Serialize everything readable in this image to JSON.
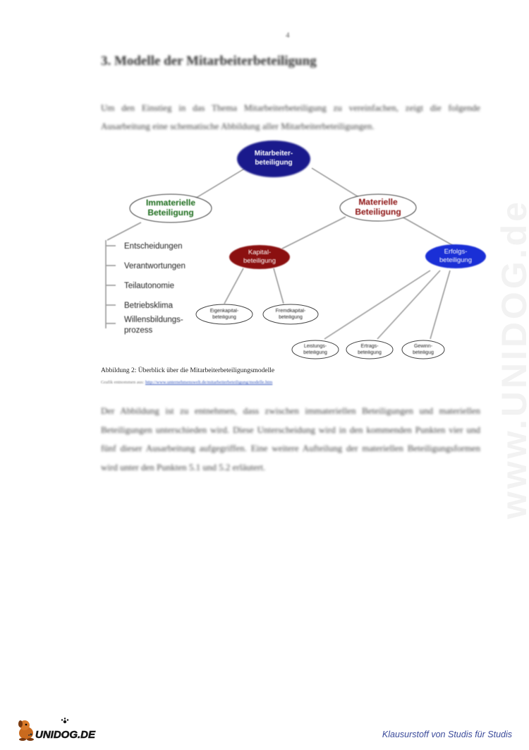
{
  "page": {
    "number": "4"
  },
  "section": {
    "heading": "3.  Modelle der Mitarbeiterbeteiligung"
  },
  "intro_paragraph": "Um den Einstieg in das Thema Mitarbeiterbeteiligung zu vereinfachen, zeigt die folgende Ausarbeitung eine schematische Abbildung aller Mitarbeiterbeteiligungen.",
  "diagram": {
    "root": [
      "Mitarbeiter-",
      "beteiligung"
    ],
    "immaterial": [
      "Immaterielle",
      "Beteiligung"
    ],
    "material": [
      "Materielle",
      "Beteiligung"
    ],
    "capital": [
      "Kapital-",
      "beteiligung"
    ],
    "success": [
      "Erfolgs-",
      "beteiligung"
    ],
    "equity": [
      "Eigenkapital-",
      "beteiligung"
    ],
    "debt": [
      "Fremdkapital-",
      "beteiligung"
    ],
    "performance": [
      "Leistungs-",
      "beteiligung"
    ],
    "revenue": [
      "Ertrags-",
      "beteiligung"
    ],
    "profit": [
      "Gewinn-",
      "beteiligug"
    ],
    "immaterial_items": [
      "Entscheidungen",
      "Verantwortungen",
      "Teilautonomie",
      "Betriebsklima",
      "Willensbildungs-",
      "prozess"
    ],
    "colors": {
      "root": "#1a1a8c",
      "capital": "#8b1010",
      "success": "#1a2fd6",
      "immaterial_text": "#1a6b1a",
      "material_text": "#8b1010"
    }
  },
  "figure": {
    "caption": "Abbildung 2: Überblick über die Mitarbeiterbeteiligungsmodelle",
    "source_prefix": "Grafik entnommen aus:",
    "source_link": "http://www.unternehmenswelt.de/mitarbeiterbeteiligung/modelle.htm"
  },
  "body_paragraph": "Der Abbildung ist zu entnehmen, dass zwischen immateriellen Beteiligungen und materiellen Beteiligungen unterschieden wird. Diese Unterscheidung wird in den kommenden Punkten vier und fünf dieser Ausarbeitung aufgegriffen. Eine weitere Aufteilung der materiellen Beteiligungsformen wird unter den Punkten 5.1 und 5.2 erläutert.",
  "watermark": "www.UNIDOG.de",
  "footer": {
    "logo_text": "UNIDOG.DE",
    "tagline": "Klausurstoff  von  Studis  für  Studis"
  }
}
